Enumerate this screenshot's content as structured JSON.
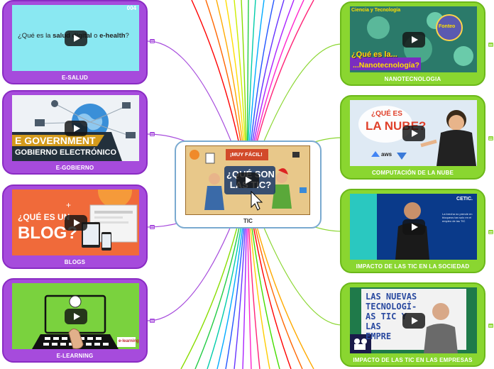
{
  "center": {
    "label": "TIC",
    "banner": "¡MUY FÁCIL!",
    "question": "¿QUÉ SON LAS TIC?"
  },
  "left_cards": [
    {
      "label": "E-SALUD",
      "thumb_text_pre": "¿Qué es la ",
      "thumb_text_bold1": "salud digital",
      "thumb_text_mid": " o ",
      "thumb_text_bold2": "e-health",
      "thumb_text_post": "?",
      "corner": "004"
    },
    {
      "label": "E-GOBIERNO",
      "thumb_line1": "E GOVERNMENT",
      "thumb_line2": "GOBIERNO ELECTRÓNICO"
    },
    {
      "label": "BLOGS",
      "thumb_line1": "¿QUÉ ES UN",
      "thumb_line2": "BLOG?"
    },
    {
      "label": "E-LEARNING",
      "thumb_tag": "e-learning"
    }
  ],
  "right_cards": [
    {
      "label": "NANOTECNOLOGIA",
      "thumb_top": "Ciencia y Tecnología",
      "thumb_line1": "¿Qué es la...",
      "thumb_line2": "...Nanotecnología?",
      "badge": "Fonteo"
    },
    {
      "label": "COMPUTACIÓN DE LA NUBE",
      "thumb_line1": "¿QUÉ ES",
      "thumb_line2": "LA NUBE?",
      "logo": "aws"
    },
    {
      "label": "IMPACTO DE LAS TIC EN LA SOCIEDAD",
      "thumb_brand": "CETIC.",
      "thumb_note": "La brecha no prende en bloqueos tan solo en el empleo de las TIC"
    },
    {
      "label": "IMPACTO DE LAS TIC EN LAS EMPRESAS",
      "thumb_line1": "LAS NUEVAS",
      "thumb_line2": "TECNOLOGÍ-",
      "thumb_line3": "AS TIC Y",
      "thumb_line4": "LAS",
      "thumb_line5": "EMPRE"
    }
  ],
  "colors": {
    "purple_card": "#a64bdc",
    "purple_border": "#8a2bc4",
    "green_card": "#8ad630",
    "green_border": "#6cb81a",
    "center_border": "#7aaad0"
  }
}
